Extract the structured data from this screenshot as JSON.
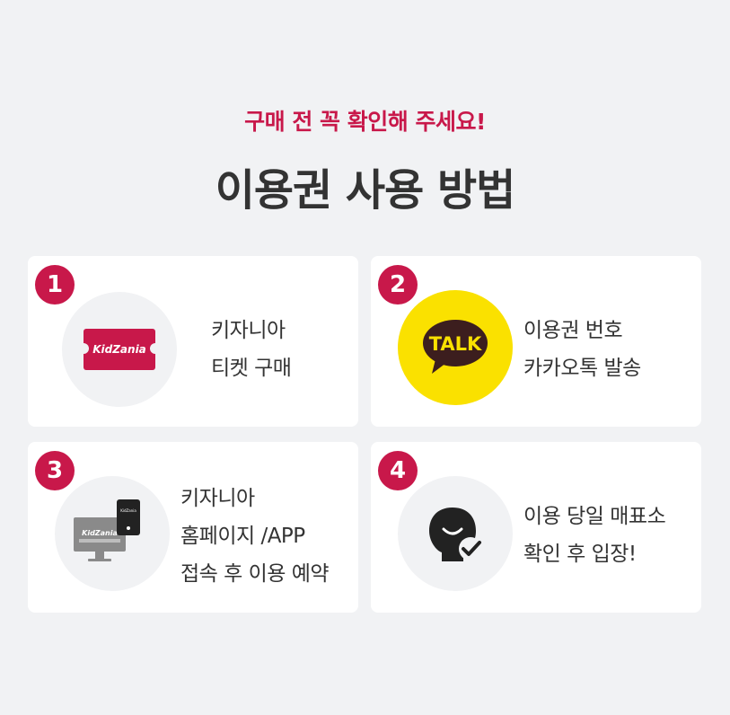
{
  "header": {
    "subtitle": "구매 전 꼭 확인해 주세요!",
    "title": "이용권 사용 방법"
  },
  "colors": {
    "accent": "#c8184a",
    "kakao_yellow": "#fae100",
    "background": "#f1f2f4",
    "text": "#333333"
  },
  "steps": [
    {
      "number": "1",
      "icon": "kidzania-ticket-icon",
      "icon_text": "KidZania",
      "lines": [
        "키자니아",
        "티켓 구매"
      ]
    },
    {
      "number": "2",
      "icon": "kakaotalk-icon",
      "icon_text": "TALK",
      "lines": [
        "이용권 번호",
        "카카오톡 발송"
      ]
    },
    {
      "number": "3",
      "icon": "monitor-phone-icon",
      "icon_text": "KidZania",
      "icon_text_phone": "KidZania",
      "lines": [
        "키자니아",
        "홈페이지 /APP",
        "접속 후 이용 예약"
      ]
    },
    {
      "number": "4",
      "icon": "person-check-icon",
      "lines": [
        "이용 당일 매표소",
        "확인 후 입장!"
      ]
    }
  ]
}
